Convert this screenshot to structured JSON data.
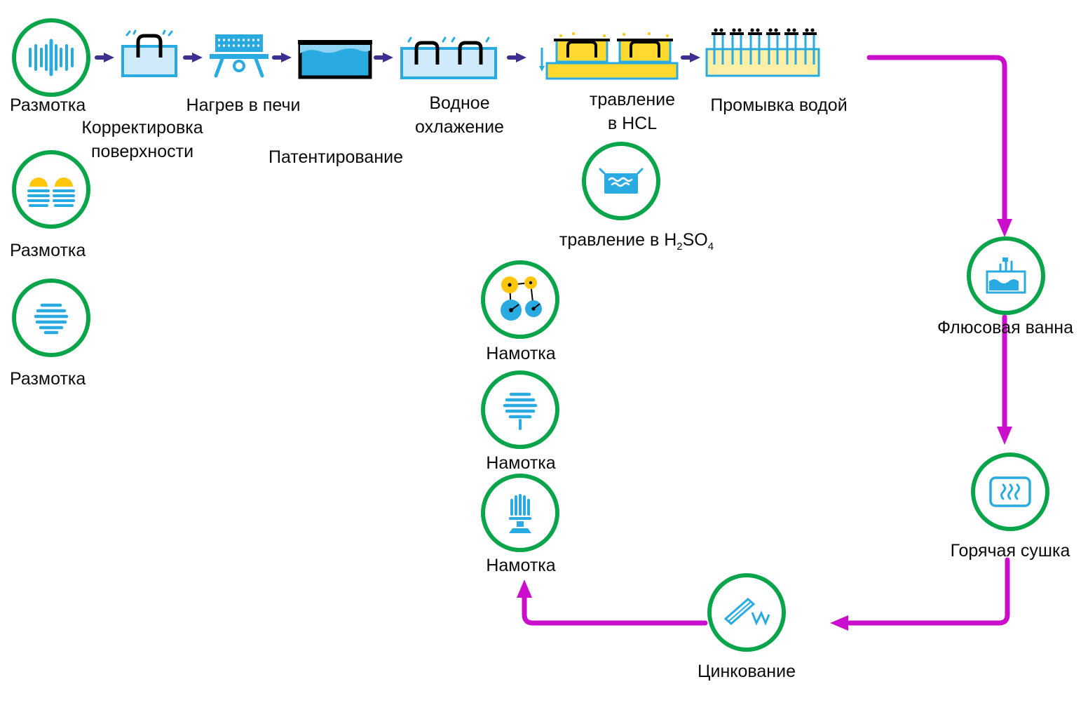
{
  "colors": {
    "green": "#0aa54b",
    "blue": "#29abe2",
    "blue_pale": "#cfeafb",
    "blue_light": "#8fd4f2",
    "yellow": "#ffd92e",
    "yellow_soft": "#fdf0a6",
    "gold": "#ffc60b",
    "magenta": "#cb0ecb",
    "purple": "#3b2f8f",
    "ink": "#000000"
  },
  "steps": {
    "unwind_top": {
      "label": "Размотка",
      "icon": "wire-spool-side-icon"
    },
    "surface_correction": {
      "label_line1": "Корректировка",
      "label_line2": "поверхности",
      "icon": "dip-tank-icon"
    },
    "furnace_heating": {
      "label": "Нагрев в печи",
      "icon": "furnace-icon"
    },
    "patenting": {
      "label": "Патентирование",
      "icon": "patenting-bath-icon"
    },
    "water_cooling": {
      "label_line1": "Водное",
      "label_line2": "охлажение",
      "icon": "cooling-tank-icon"
    },
    "hcl_pickling": {
      "label_line1": "травление",
      "label_line2": "в HCL",
      "icon": "acid-tanks-icon"
    },
    "water_washing": {
      "label": "Промывка водой",
      "icon": "washing-line-icon"
    },
    "unwind_middle": {
      "label": "Размотка",
      "icon": "double-coil-icon"
    },
    "unwind_bottom": {
      "label": "Размотка",
      "icon": "flat-coil-icon"
    },
    "h2so4_pickling": {
      "label_prefix": "травление в H",
      "label_sub1": "2",
      "label_mid": "SO",
      "label_sub2": "4",
      "icon": "acid-bath-icon"
    },
    "winding_pulleys": {
      "label": "Намотка",
      "icon": "pulleys-icon"
    },
    "winding_coil": {
      "label": "Намотка",
      "icon": "coil-stack-icon"
    },
    "winding_stand": {
      "label": "Намотка",
      "icon": "coil-stand-icon"
    },
    "flux_bath": {
      "label": "Флюсовая ванна",
      "icon": "flux-bath-icon"
    },
    "hot_drying": {
      "label": "Горячая сушка",
      "icon": "dryer-icon"
    },
    "galvanizing": {
      "label": "Цинкование",
      "icon": "zinc-bath-icon"
    }
  },
  "flow_arrows": [
    {
      "from": "unwind_top",
      "to": "surface_correction",
      "color": "purple"
    },
    {
      "from": "surface_correction",
      "to": "furnace_heating",
      "color": "purple"
    },
    {
      "from": "furnace_heating",
      "to": "patenting",
      "color": "purple"
    },
    {
      "from": "patenting",
      "to": "water_cooling",
      "color": "purple"
    },
    {
      "from": "water_cooling",
      "to": "hcl_pickling",
      "color": "purple"
    },
    {
      "from": "hcl_pickling",
      "to": "water_washing",
      "color": "purple"
    },
    {
      "from": "water_washing",
      "to": "flux_bath",
      "color": "magenta"
    },
    {
      "from": "flux_bath",
      "to": "hot_drying",
      "color": "magenta"
    },
    {
      "from": "hot_drying",
      "to": "galvanizing",
      "color": "magenta"
    },
    {
      "from": "galvanizing",
      "to": "winding_stand",
      "color": "magenta"
    }
  ]
}
